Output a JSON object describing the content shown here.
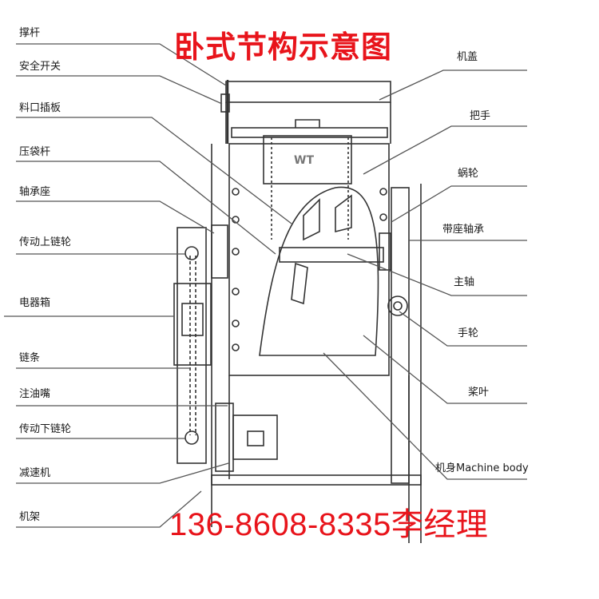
{
  "title": "卧式节构示意图",
  "contact": "136-8608-8335李经理",
  "logo_text": "WT",
  "colors": {
    "title": "#e8141b",
    "line": "#333333"
  },
  "labels_left": [
    {
      "id": "strut",
      "text": "撑杆"
    },
    {
      "id": "safety-switch",
      "text": "安全开关"
    },
    {
      "id": "inlet-plate",
      "text": "料口插板"
    },
    {
      "id": "bag-press-rod",
      "text": "压袋杆"
    },
    {
      "id": "bearing-seat",
      "text": "轴承座"
    },
    {
      "id": "upper-sprocket",
      "text": "传动上链轮"
    },
    {
      "id": "electric-box",
      "text": "电器箱"
    },
    {
      "id": "chain",
      "text": "链条"
    },
    {
      "id": "oil-nozzle",
      "text": "注油嘴"
    },
    {
      "id": "lower-sprocket",
      "text": "传动下链轮"
    },
    {
      "id": "reducer",
      "text": "减速机"
    },
    {
      "id": "frame",
      "text": "机架"
    }
  ],
  "labels_right": [
    {
      "id": "lid",
      "text": "机盖"
    },
    {
      "id": "handle",
      "text": "把手"
    },
    {
      "id": "worm-gear",
      "text": "蜗轮"
    },
    {
      "id": "seated-bearing",
      "text": "带座轴承"
    },
    {
      "id": "main-shaft",
      "text": "主轴"
    },
    {
      "id": "handwheel",
      "text": "手轮"
    },
    {
      "id": "paddle",
      "text": "桨叶"
    },
    {
      "id": "machine-body",
      "text": "机身Machine body"
    }
  ]
}
